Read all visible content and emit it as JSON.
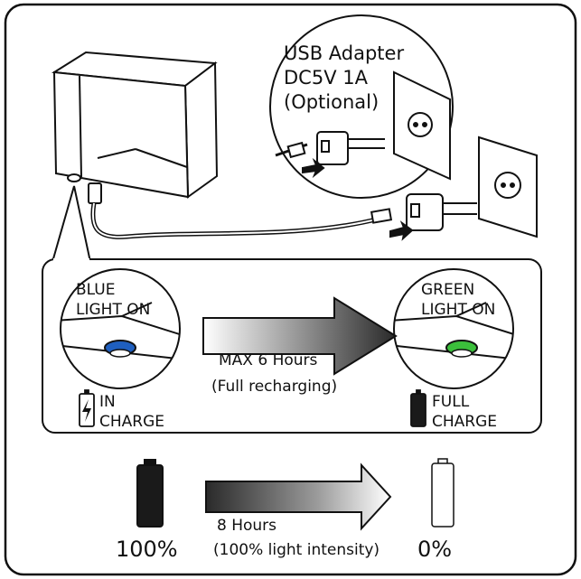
{
  "adapter": {
    "line1": "USB Adapter",
    "line2": "DC5V 1A",
    "line3": "(Optional)"
  },
  "charging": {
    "start_label_line1": "BLUE",
    "start_label_line2": "LIGHT ON",
    "end_label_line1": "GREEN",
    "end_label_line2": "LIGHT ON",
    "duration_line1": "MAX 6 Hours",
    "duration_line2": "(Full recharging)",
    "status_left_line1": "IN",
    "status_left_line2": "CHARGE",
    "status_right_line1": "FULL",
    "status_right_line2": "CHARGE",
    "led_start_color": "#1f5fbf",
    "led_end_color": "#3bbf3b"
  },
  "runtime": {
    "duration_line1": "8 Hours",
    "duration_line2": "(100% light intensity)",
    "full_percent": "100%",
    "empty_percent": "0%"
  }
}
